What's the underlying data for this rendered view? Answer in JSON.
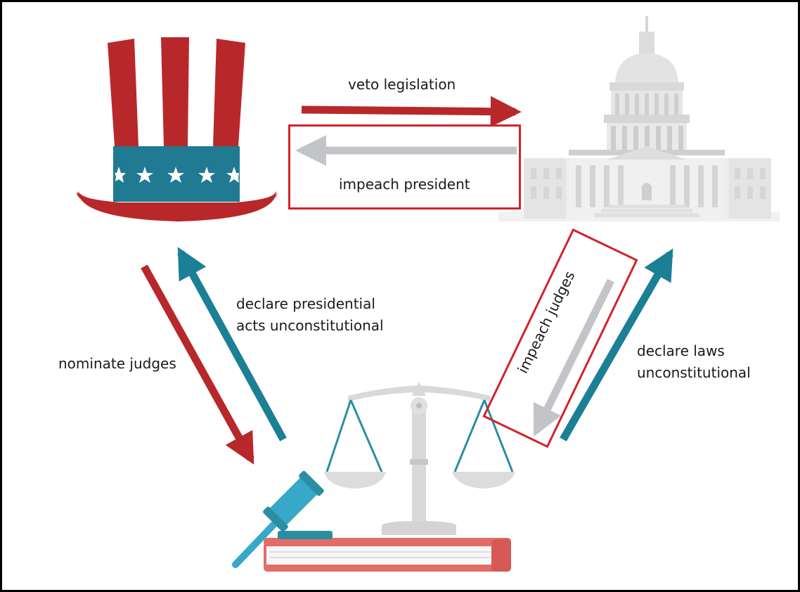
{
  "labels": {
    "veto": "veto legislation",
    "impeach_president": "impeach president",
    "declare_presidential_line1": "declare presidential",
    "declare_presidential_line2": "acts unconstitutional",
    "nominate_judges": "nominate judges",
    "impeach_judges": "impeach judges",
    "declare_laws_line1": "declare laws",
    "declare_laws_line2": "unconstitutional"
  },
  "icons": {
    "executive": "uncle-sam-hat-icon",
    "legislative": "capitol-building-icon",
    "judicial": "scales-of-justice-icon",
    "gavel": "gavel-icon",
    "book": "law-book-icon"
  },
  "colors": {
    "executive_red": "#b8282a",
    "judicial_teal": "#1b7f96",
    "legislative_gray": "#c2c4c8",
    "highlight_red": "#d0242b",
    "hat_white": "#ffffff",
    "hat_band": "#1f7a92",
    "capitol_gray": "#dcdcdc",
    "scale_gray": "#d9d9d9",
    "scale_teal": "#2a8ea3",
    "gavel_blue": "#38a8c8",
    "book_red": "#e36c68"
  }
}
